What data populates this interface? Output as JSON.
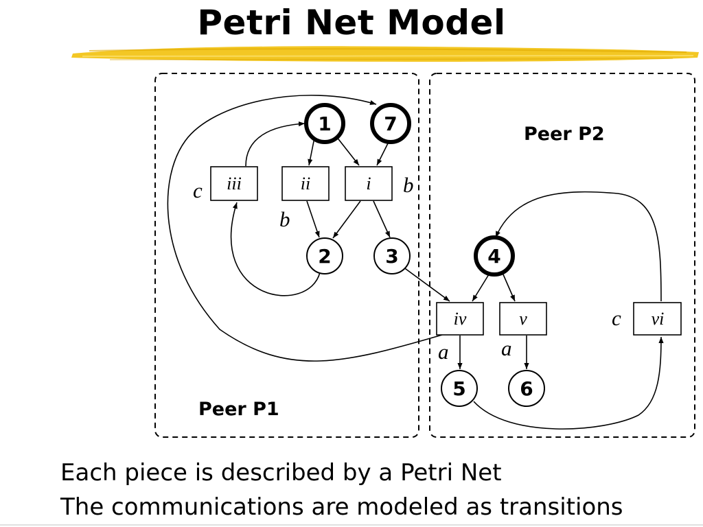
{
  "title": "Petri Net Model",
  "colors": {
    "brush": "#f2c418",
    "ink": "#000000"
  },
  "peers": {
    "p1": "Peer P1",
    "p2": "Peer P2"
  },
  "places": {
    "p1": "1",
    "p2": "2",
    "p3": "3",
    "p4": "4",
    "p5": "5",
    "p6": "6",
    "p7": "7"
  },
  "transitions": {
    "t_i": "i",
    "t_ii": "ii",
    "t_iii": "iii",
    "t_iv": "iv",
    "t_v": "v",
    "t_vi": "vi"
  },
  "actions": {
    "c_iii": "c",
    "b_ii": "b",
    "b_i": "b",
    "a_iv": "a",
    "a_v": "a",
    "c_vi": "c"
  },
  "bullets": [
    "Each piece is described by a Petri Net",
    "The communications are modeled as transitions"
  ]
}
